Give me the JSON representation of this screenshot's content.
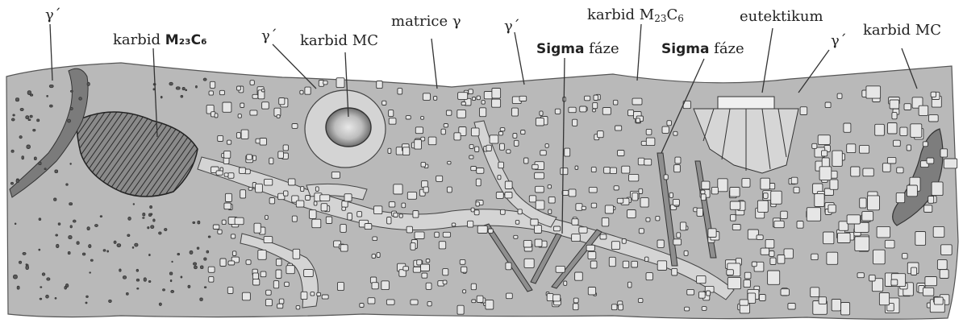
{
  "colors": {
    "background": "#ffffff",
    "matrix": "#b9b9b9",
    "matrix_dark": "#9a9a9a",
    "band": "#d4d4d4",
    "particle_fill": "#e6e6e6",
    "particle_stroke": "#3a3a3a",
    "carbide_mc": "#7d7d7d",
    "ink": "#222222"
  },
  "labels": {
    "gamma_prime_1": "γ´",
    "carbide_m23c6_left_prefix": "karbid ",
    "carbide_m23c6_left_formula": "M₂₃C₆",
    "gamma_prime_2": "γ´",
    "carbide_mc_center": "karbid MC",
    "matrix_gamma": "matrice γ",
    "gamma_prime_3": "γ´",
    "sigma_1_word": "Sigma",
    "sigma_1_suffix": " fáze",
    "carbide_m23c6_right_prefix": "karbid M",
    "carbide_m23c6_right_sub1": "23",
    "carbide_m23c6_right_mid": "C",
    "carbide_m23c6_right_sub2": "6",
    "sigma_2_word": "Sigma",
    "sigma_2_suffix": " fáze",
    "eutectic": "eutektikum",
    "gamma_prime_4": "γ´",
    "carbide_mc_right": "karbid MC"
  }
}
